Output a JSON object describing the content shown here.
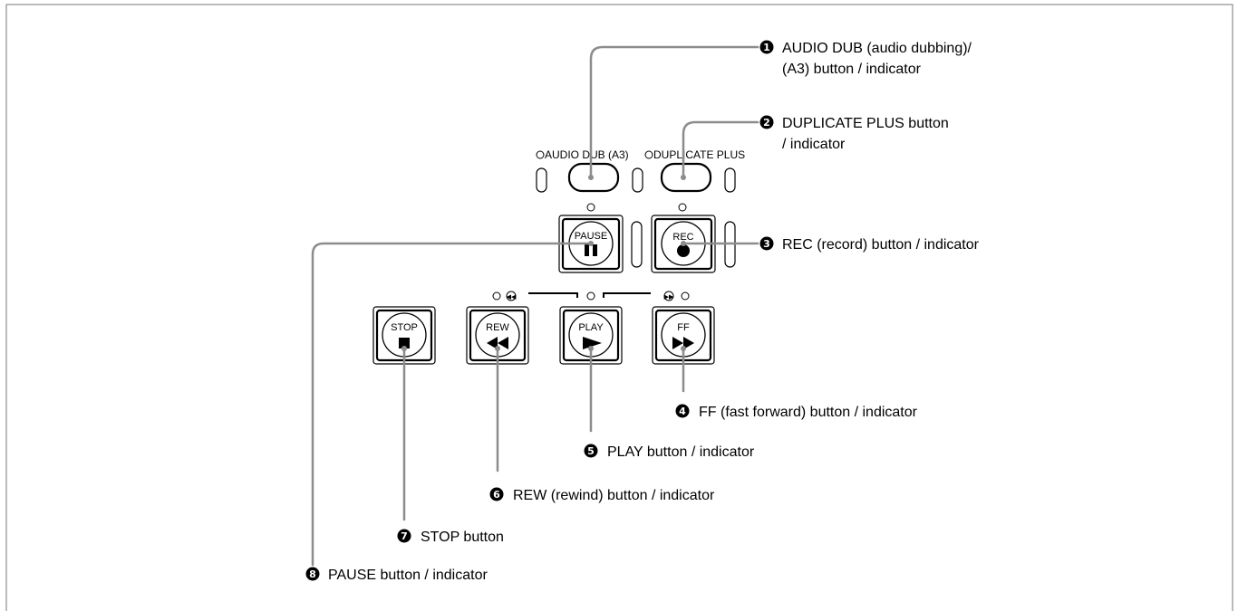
{
  "panel_labels": {
    "audio_dub": "AUDIO DUB (A3)",
    "duplicate_plus": "DUPLICATE PLUS"
  },
  "buttons": {
    "pause": "PAUSE",
    "rec": "REC",
    "stop": "STOP",
    "rew": "REW",
    "play": "PLAY",
    "ff": "FF"
  },
  "callouts": [
    {
      "number": "1",
      "lines": [
        "AUDIO DUB (audio dubbing)/",
        "(A3) button / indicator"
      ]
    },
    {
      "number": "2",
      "lines": [
        "DUPLICATE PLUS button",
        "/ indicator"
      ]
    },
    {
      "number": "3",
      "lines": [
        "REC (record) button / indicator"
      ]
    },
    {
      "number": "4",
      "lines": [
        "FF (fast forward) button / indicator"
      ]
    },
    {
      "number": "5",
      "lines": [
        "PLAY button / indicator"
      ]
    },
    {
      "number": "6",
      "lines": [
        "REW (rewind) button / indicator"
      ]
    },
    {
      "number": "7",
      "lines": [
        "STOP button"
      ]
    },
    {
      "number": "8",
      "lines": [
        "PAUSE button / indicator"
      ]
    }
  ]
}
